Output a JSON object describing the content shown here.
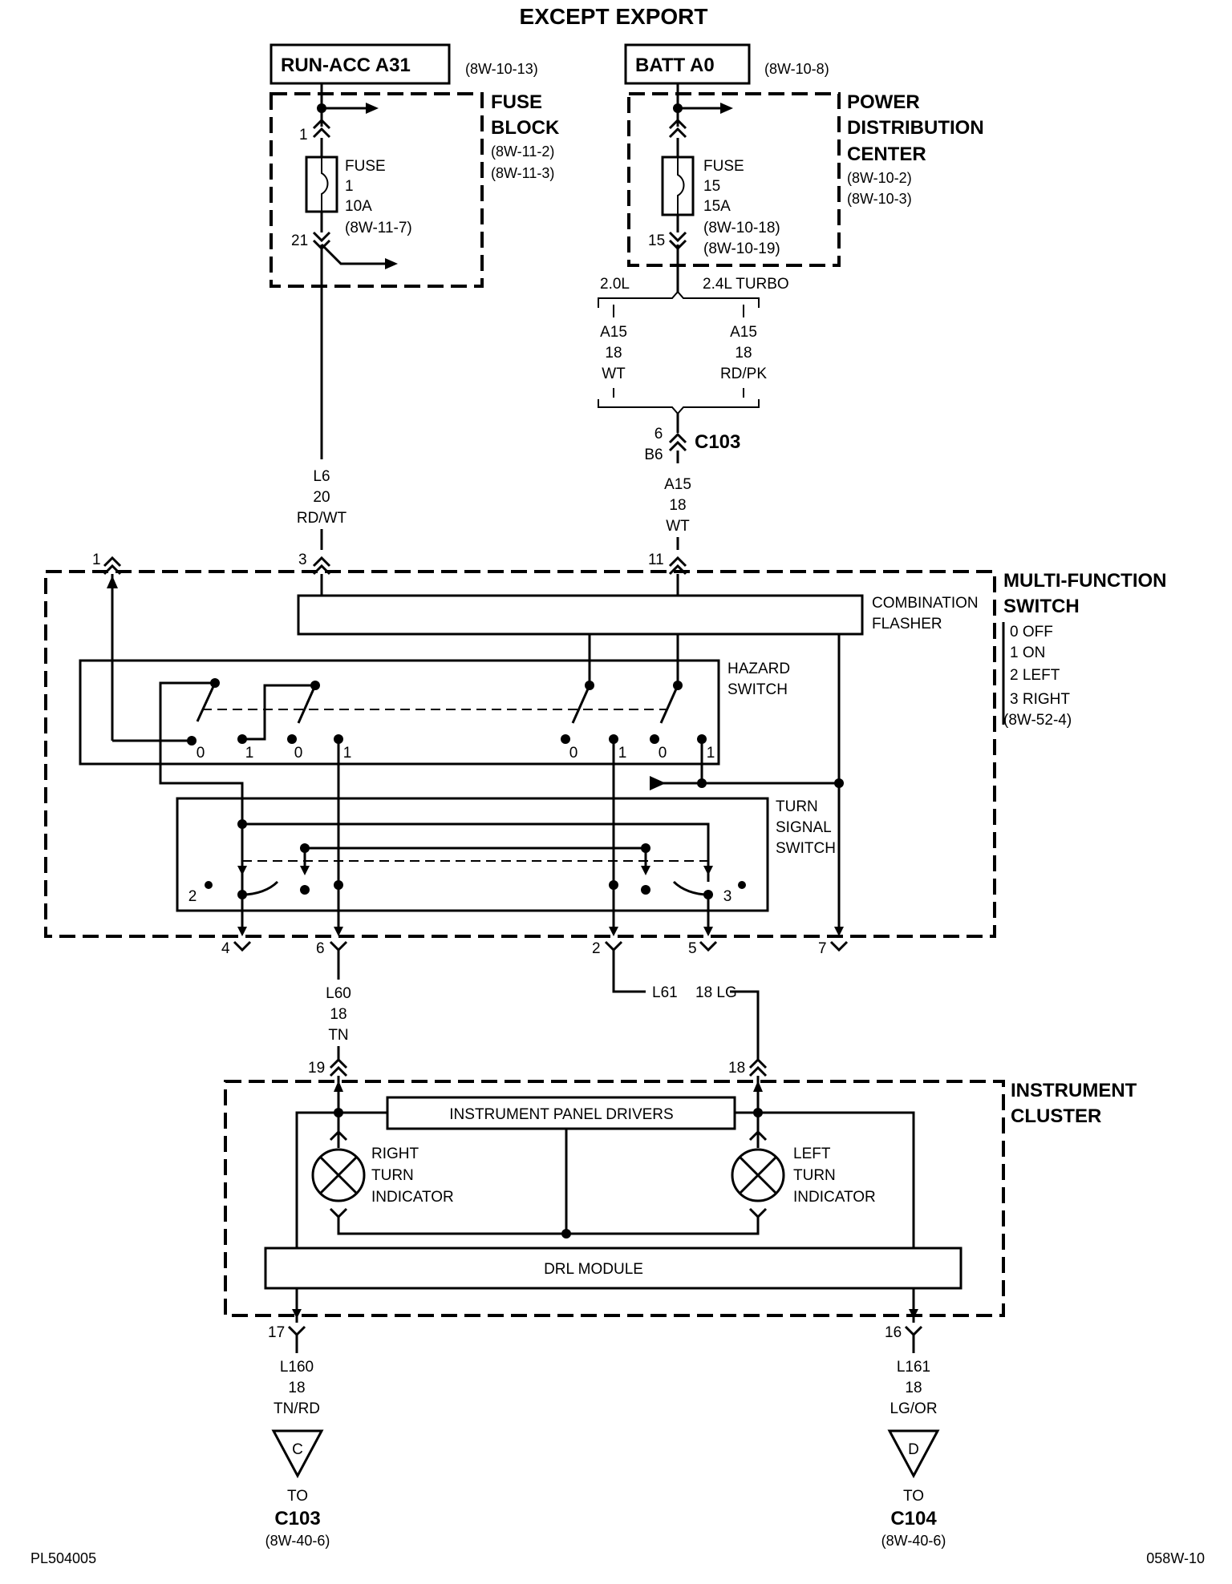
{
  "title": "EXCEPT EXPORT",
  "sources": {
    "run_acc": {
      "label": "RUN-ACC A31",
      "ref": "(8W-10-13)"
    },
    "batt": {
      "label": "BATT A0",
      "ref": "(8W-10-8)"
    }
  },
  "fuse_block": {
    "title_line1": "FUSE",
    "title_line2": "BLOCK",
    "ref1": "(8W-11-2)",
    "ref2": "(8W-11-3)",
    "pin_in": "1",
    "pin_out": "21",
    "fuse_line1": "FUSE",
    "fuse_line2": "1",
    "fuse_line3": "10A",
    "fuse_line4": "(8W-11-7)"
  },
  "pdc": {
    "title_line1": "POWER",
    "title_line2": "DISTRIBUTION",
    "title_line3": "CENTER",
    "ref1": "(8W-10-2)",
    "ref2": "(8W-10-3)",
    "pin_out": "15",
    "fuse_line1": "FUSE",
    "fuse_line2": "15",
    "fuse_line3": "15A",
    "fuse_line4": "(8W-10-18)",
    "fuse_line5": "(8W-10-19)"
  },
  "engine_options": {
    "left": {
      "engine": "2.0L",
      "circuit": "A15",
      "gauge": "18",
      "color": "WT"
    },
    "right": {
      "engine": "2.4L TURBO",
      "circuit": "A15",
      "gauge": "18",
      "color": "RD/PK"
    }
  },
  "c103_top": {
    "pin_a": "6",
    "pin_b": "B6",
    "label": "C103"
  },
  "wire_a15": {
    "circuit": "A15",
    "gauge": "18",
    "color": "WT"
  },
  "wire_l6": {
    "circuit": "L6",
    "gauge": "20",
    "color": "RD/WT"
  },
  "mfs": {
    "title_line1": "MULTI-FUNCTION",
    "title_line2": "SWITCH",
    "states": [
      "0 OFF",
      "1 ON",
      "2 LEFT",
      "3 RIGHT"
    ],
    "ref": "(8W-52-4)",
    "flasher_line1": "COMBINATION",
    "flasher_line2": "FLASHER",
    "hazard_line1": "HAZARD",
    "hazard_line2": "SWITCH",
    "turn_line1": "TURN",
    "turn_line2": "SIGNAL",
    "turn_line3": "SWITCH",
    "top_pins": [
      "1",
      "3",
      "11"
    ],
    "bottom_pins": [
      "4",
      "6",
      "2",
      "5",
      "7"
    ],
    "hazard_positions": [
      "0",
      "1",
      "0",
      "1",
      "0",
      "1",
      "0",
      "1"
    ],
    "turn_positions": [
      "2",
      "3"
    ]
  },
  "wire_l60": {
    "circuit": "L60",
    "gauge": "18",
    "color": "TN"
  },
  "wire_l61": {
    "circuit": "L61",
    "gauge_color": "18 LG"
  },
  "cluster": {
    "title_line1": "INSTRUMENT",
    "title_line2": "CLUSTER",
    "pin_left": "19",
    "pin_right": "18",
    "drivers": "INSTRUMENT PANEL DRIVERS",
    "right_ind": [
      "RIGHT",
      "TURN",
      "INDICATOR"
    ],
    "left_ind": [
      "LEFT",
      "TURN",
      "INDICATOR"
    ],
    "drl": "DRL MODULE",
    "pin_bl": "17",
    "pin_br": "16"
  },
  "wire_l160": {
    "circuit": "L160",
    "gauge": "18",
    "color": "TN/RD"
  },
  "wire_l161": {
    "circuit": "L161",
    "gauge": "18",
    "color": "LG/OR"
  },
  "dest_c": {
    "letter": "C",
    "to": "TO",
    "conn": "C103",
    "ref": "(8W-40-6)"
  },
  "dest_d": {
    "letter": "D",
    "to": "TO",
    "conn": "C104",
    "ref": "(8W-40-6)"
  },
  "footer": {
    "left": "PL504005",
    "right": "058W-10"
  }
}
